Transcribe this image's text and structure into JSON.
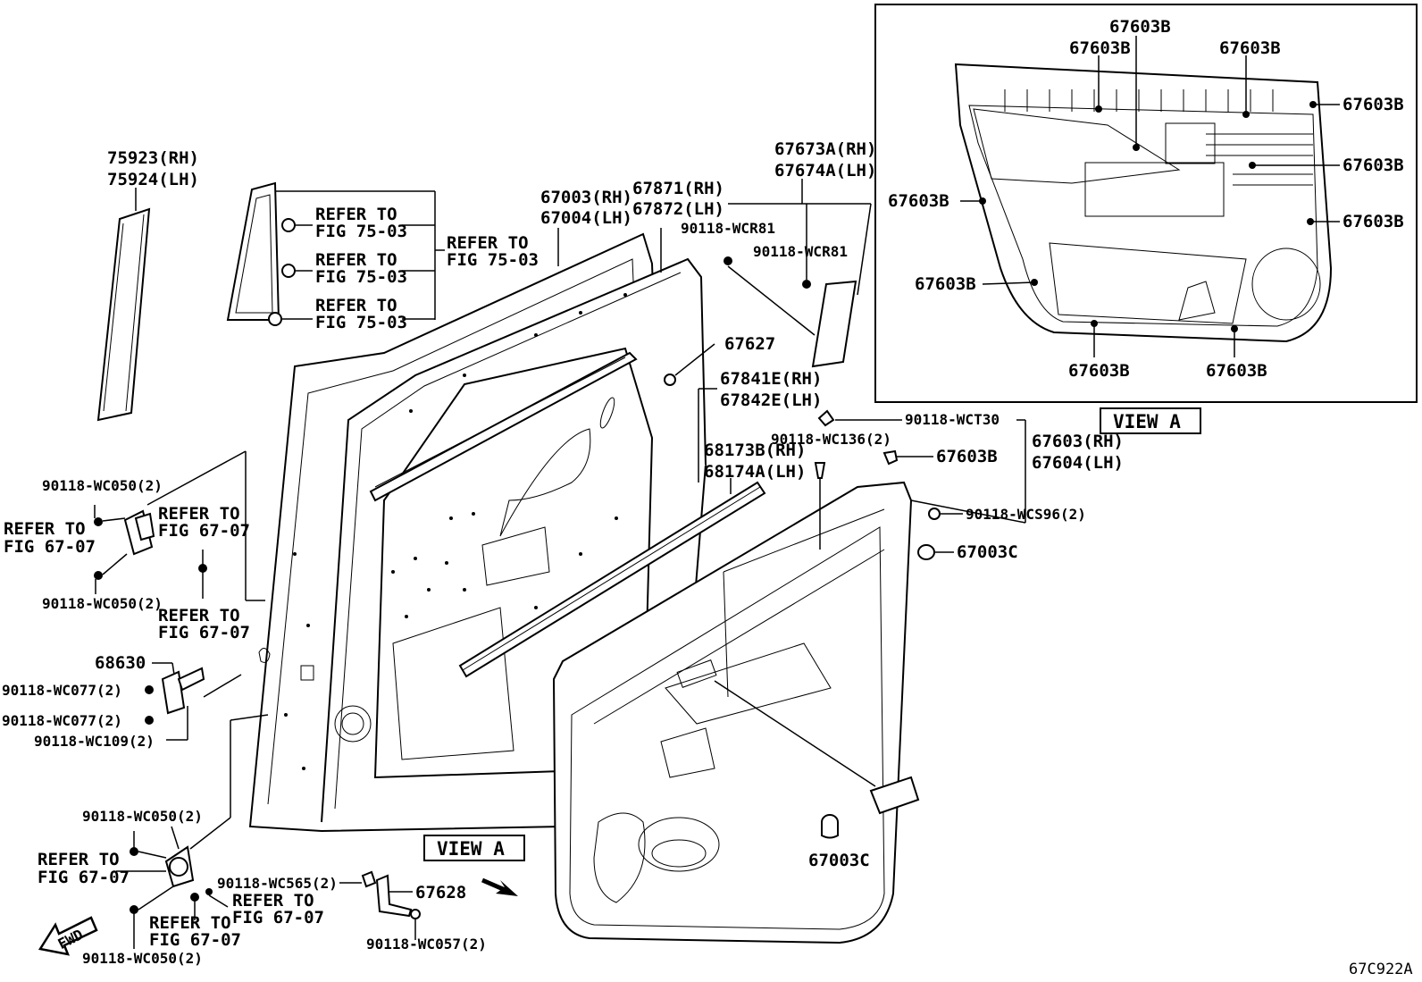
{
  "labels": {
    "p75923": "75923(RH)",
    "p75924": "75924(LH)",
    "ref7503a_1": "REFER TO",
    "ref7503a_2": "FIG 75-03",
    "ref7503b_1": "REFER TO",
    "ref7503b_2": "FIG 75-03",
    "ref7503c_1": "REFER TO",
    "ref7503c_2": "FIG 75-03",
    "ref7503d_1": "REFER TO",
    "ref7503d_2": "FIG 75-03",
    "p67003": "67003(RH)",
    "p67004": "67004(LH)",
    "p67871": "67871(RH)",
    "p67872": "67872(LH)",
    "wcr81a": "90118-WCR81",
    "wcr81b": "90118-WCR81",
    "p67673": "67673A(RH)",
    "p67674": "67674A(LH)",
    "p67627": "67627",
    "p67841": "67841E(RH)",
    "p67842": "67842E(LH)",
    "wct30": "90118-WCT30",
    "wc136": "90118-WC136(2)",
    "p67603b_main": "67603B",
    "p67603": "67603(RH)",
    "p67604": "67604(LH)",
    "p68173": "68173B(RH)",
    "p68174": "68174A(LH)",
    "wcs96": "90118-WCS96(2)",
    "p67003c_a": "67003C",
    "p67003c_b": "67003C",
    "wc050a": "90118-WC050(2)",
    "wc050b": "90118-WC050(2)",
    "wc050c": "90118-WC050(2)",
    "wc050d": "90118-WC050(2)",
    "ref6707a_1": "REFER TO",
    "ref6707a_2": "FIG 67-07",
    "ref6707b_1": "REFER TO",
    "ref6707b_2": "FIG 67-07",
    "ref6707c_1": "REFER TO",
    "ref6707c_2": "FIG 67-07",
    "ref6707d_1": "REFER TO",
    "ref6707d_2": "FIG 67-07",
    "ref6707e_1": "REFER TO",
    "ref6707e_2": "FIG 67-07",
    "ref6707f_1": "REFER TO",
    "ref6707f_2": "FIG 67-07",
    "p68630": "68630",
    "wc077a": "90118-WC077(2)",
    "wc077b": "90118-WC077(2)",
    "wc109": "90118-WC109(2)",
    "wc565": "90118-WC565(2)",
    "p67628": "67628",
    "wc057": "90118-WC057(2)",
    "view_a_main": "VIEW A",
    "view_a_inset": "VIEW A",
    "fwd": "FWD",
    "diagram_id": "67C922A",
    "inset_b1": "67603B",
    "inset_b2": "67603B",
    "inset_b3": "67603B",
    "inset_b4": "67603B",
    "inset_b5": "67603B",
    "inset_b6": "67603B",
    "inset_b7": "67603B",
    "inset_b8": "67603B",
    "inset_b9": "67603B",
    "inset_b10": "67603B"
  }
}
